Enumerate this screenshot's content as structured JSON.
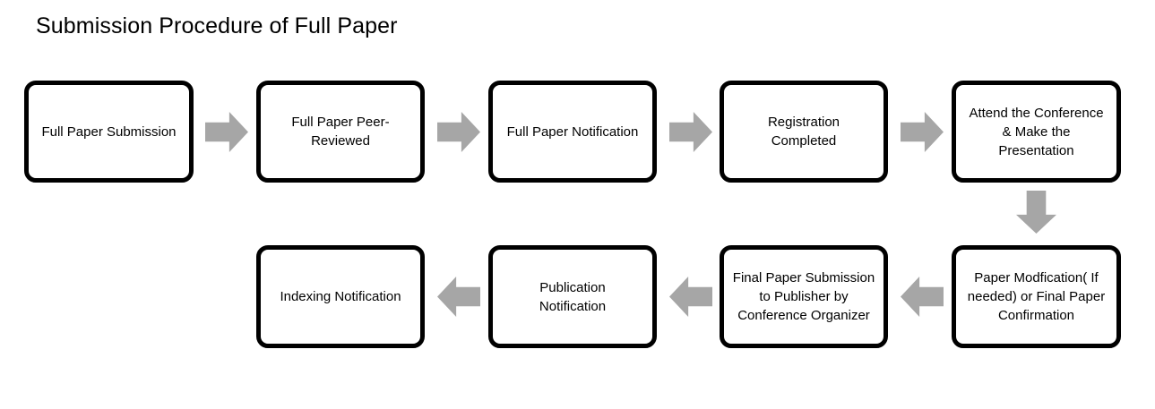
{
  "diagram": {
    "title": "Submission Procedure of Full Paper",
    "colors": {
      "node_border": "#000000",
      "node_fill": "#ffffff",
      "arrow_fill": "#a6a6a6",
      "text": "#000000",
      "background": "#ffffff"
    },
    "nodes": [
      {
        "id": "full-paper-submission",
        "label": "Full Paper Submission",
        "row": 1,
        "order": 1
      },
      {
        "id": "full-paper-peer-reviewed",
        "label": "Full Paper Peer-\nReviewed",
        "row": 1,
        "order": 2
      },
      {
        "id": "full-paper-notification",
        "label": "Full Paper Notification",
        "row": 1,
        "order": 3
      },
      {
        "id": "registration-completed",
        "label": "Registration\nCompleted",
        "row": 1,
        "order": 4
      },
      {
        "id": "attend-conference",
        "label": "Attend the Conference\n& Make the\nPresentation",
        "row": 1,
        "order": 5
      },
      {
        "id": "paper-modification",
        "label": "Paper Modfication( If\nneeded) or Final Paper\nConfirmation",
        "row": 2,
        "order": 1
      },
      {
        "id": "final-paper-submission",
        "label": "Final Paper Submission\nto Publisher by\nConference Organizer",
        "row": 2,
        "order": 2
      },
      {
        "id": "publication-notification",
        "label": "Publication\nNotification",
        "row": 2,
        "order": 3
      },
      {
        "id": "indexing-notification",
        "label": "Indexing Notification",
        "row": 2,
        "order": 4
      }
    ],
    "connectors": [
      {
        "id": "conn-1",
        "direction": "right",
        "from": "full-paper-submission",
        "to": "full-paper-peer-reviewed"
      },
      {
        "id": "conn-2",
        "direction": "right",
        "from": "full-paper-peer-reviewed",
        "to": "full-paper-notification"
      },
      {
        "id": "conn-3",
        "direction": "right",
        "from": "full-paper-notification",
        "to": "registration-completed"
      },
      {
        "id": "conn-4",
        "direction": "right",
        "from": "registration-completed",
        "to": "attend-conference"
      },
      {
        "id": "conn-5",
        "direction": "down",
        "from": "attend-conference",
        "to": "paper-modification"
      },
      {
        "id": "conn-6",
        "direction": "left",
        "from": "paper-modification",
        "to": "final-paper-submission"
      },
      {
        "id": "conn-7",
        "direction": "left",
        "from": "final-paper-submission",
        "to": "publication-notification"
      },
      {
        "id": "conn-8",
        "direction": "left",
        "from": "publication-notification",
        "to": "indexing-notification"
      }
    ]
  }
}
